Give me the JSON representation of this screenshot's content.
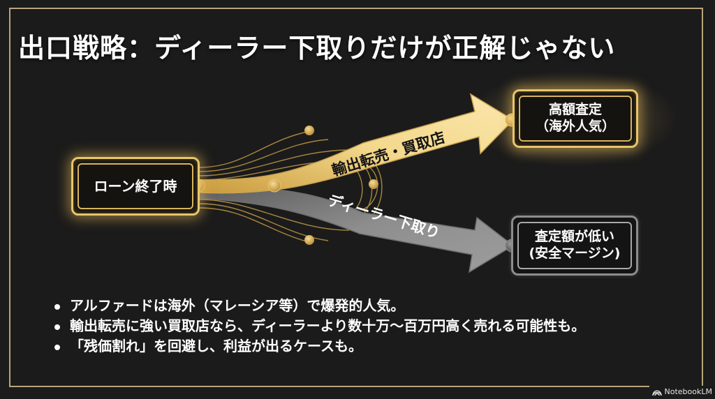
{
  "slide": {
    "title": "出口戦略：ディーラー下取りだけが正解じゃない",
    "colors": {
      "background": "#1c1c1c",
      "frame": "#b9a57c",
      "gold": "#e8c56a",
      "silver": "#a8a8a8",
      "text": "#ffffff"
    }
  },
  "diagram": {
    "start_node": {
      "label": "ローン終了時"
    },
    "upper_path": {
      "arrow_label": "輸出転売・買取店",
      "target_line1": "高額査定",
      "target_line2": "（海外人気）"
    },
    "lower_path": {
      "arrow_label": "ディーラー下取り",
      "target_line1": "査定額が低い",
      "target_line2": "(安全マージン)"
    }
  },
  "bullets": [
    "アルファードは海外（マレーシア等）で爆発的人気。",
    "輸出転売に強い買取店なら、ディーラーより数十万〜百万円高く売れる可能性も。",
    "「残価割れ」を回避し、利益が出るケースも。"
  ],
  "watermark": {
    "icon": "notebooklm-logo-icon",
    "label": "NotebookLM"
  }
}
